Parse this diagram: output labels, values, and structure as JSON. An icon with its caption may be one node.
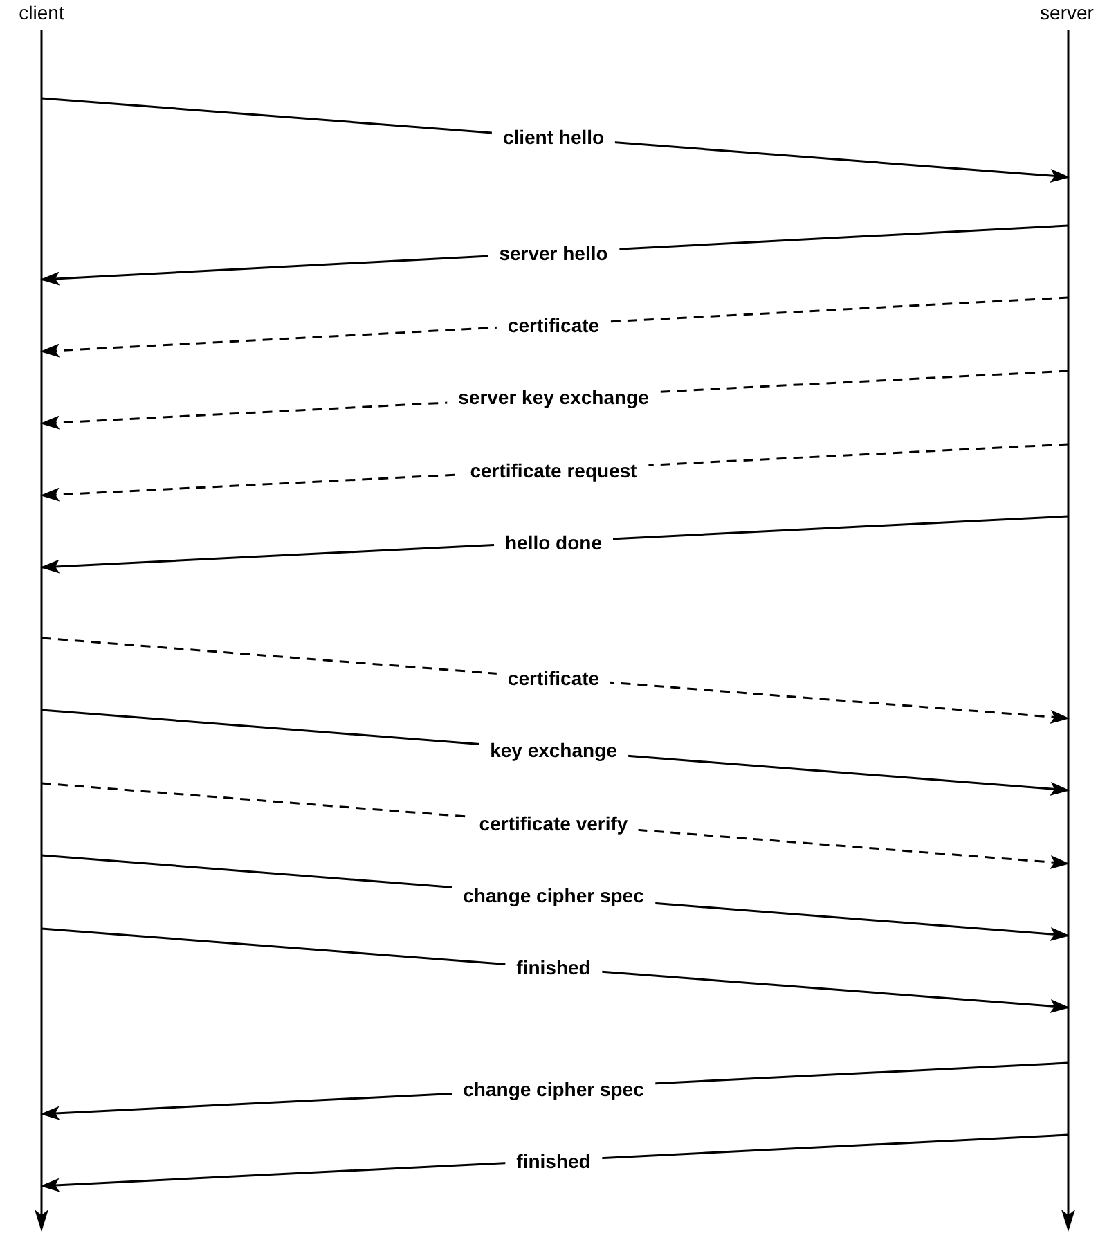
{
  "diagram": {
    "nodes": [
      {
        "text": [
          "client"
        ]
      },
      {
        "text": [
          "server"
        ]
      }
    ],
    "edges": [
      {
        "from": 0,
        "to": 1,
        "arrow": "to",
        "label": "client hello"
      },
      {
        "from": 1,
        "to": 0,
        "arrow": "to",
        "label": "server hello"
      },
      {
        "from": 1,
        "to": 0,
        "arrow": "to",
        "label": "certificate",
        "style": "dashed"
      },
      {
        "from": 1,
        "to": 0,
        "arrow": "to",
        "label": "server key exchange",
        "style": "dashed"
      },
      {
        "from": 1,
        "to": 0,
        "arrow": "to",
        "label": "certificate request",
        "style": "dashed"
      },
      {
        "from": 1,
        "to": 0,
        "arrow": "to",
        "label": "hello done"
      },
      {
        "from": 0,
        "to": 1,
        "arrow": "to",
        "label": "certificate",
        "style": "dashed"
      },
      {
        "from": 0,
        "to": 1,
        "arrow": "to",
        "label": "key exchange"
      },
      {
        "from": 0,
        "to": 1,
        "arrow": "to",
        "label": "certificate verify",
        "style": "dashed"
      },
      {
        "from": 0,
        "to": 1,
        "arrow": "to",
        "label": "change cipher spec"
      },
      {
        "from": 0,
        "to": 1,
        "arrow": "to",
        "label": "finished"
      },
      {
        "from": 1,
        "to": 0,
        "arrow": "to",
        "label": "change cipher spec"
      },
      {
        "from": 1,
        "to": 0,
        "arrow": "to",
        "label": "finished"
      }
    ]
  }
}
